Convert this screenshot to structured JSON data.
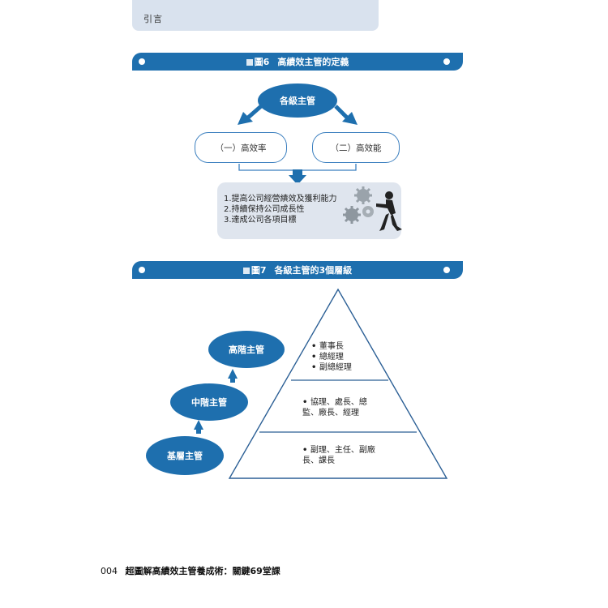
{
  "header": {
    "text": "引言"
  },
  "figure6": {
    "number": "圖6",
    "title": "高績效主管的定義",
    "top_node": "各級主管",
    "left_node": "（一）高效率",
    "right_node": "（二）高效能",
    "results": [
      "1.提高公司經營績效及獲利能力",
      "2.持續保持公司成長性",
      "3.達成公司各項目標"
    ]
  },
  "figure7": {
    "number": "圖7",
    "title": "各級主管的3個層級",
    "levels": [
      {
        "name": "高階主管",
        "items": [
          "董事長",
          "總經理",
          "副總經理"
        ]
      },
      {
        "name": "中階主管",
        "items": [
          "協理、處長、總監、廠長、經理"
        ]
      },
      {
        "name": "基層主管",
        "items": [
          "副理、主任、副廠長、課長"
        ]
      }
    ]
  },
  "footer": {
    "page": "004",
    "book_title": "超圖解高績效主管養成術：關鍵69堂課"
  },
  "colors": {
    "accent": "#1e6fae",
    "panel": "#dfe5ee"
  }
}
